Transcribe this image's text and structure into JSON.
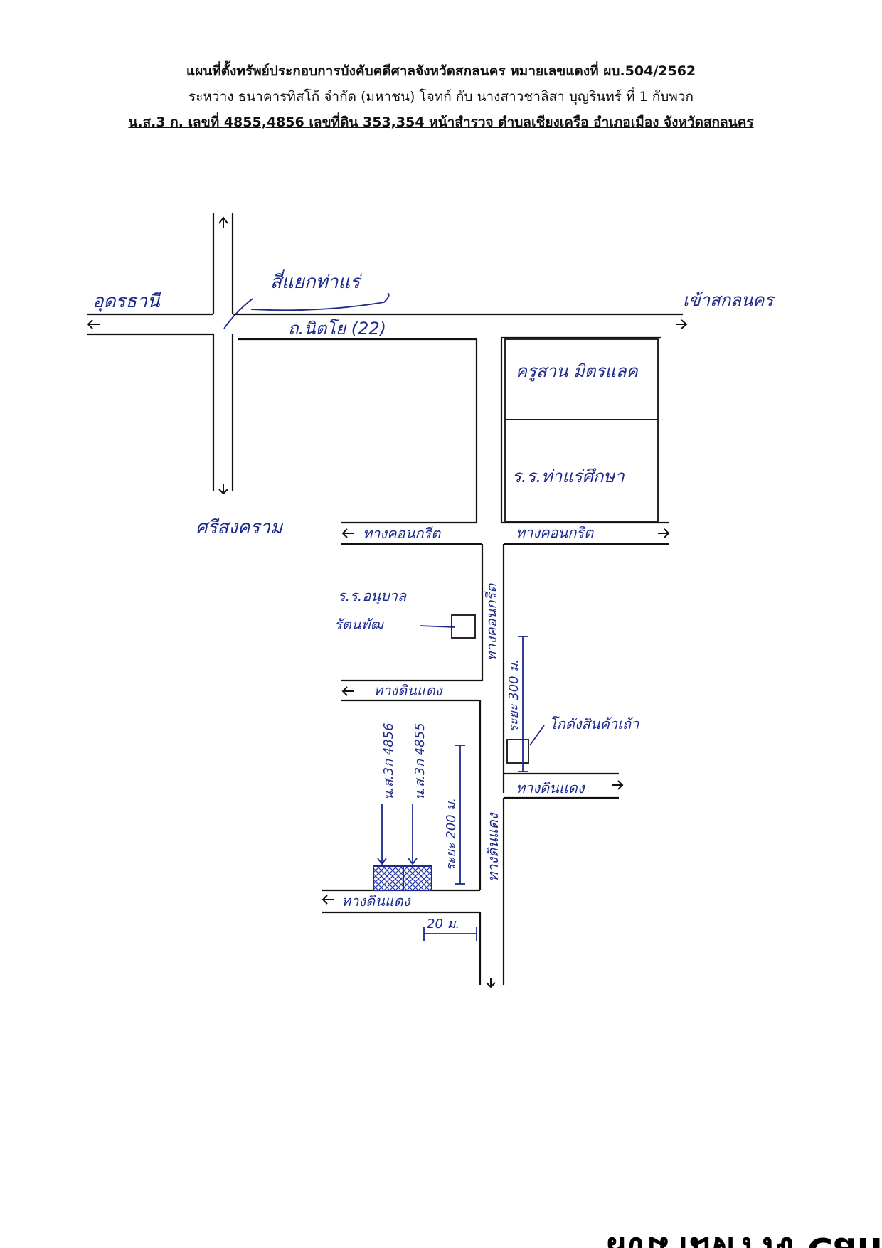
{
  "header": {
    "title": "แผนที่ตั้งทรัพย์ประกอบการบังคับคดีศาลจังหวัดสกลนคร หมายเลขแดงที่ ผบ.504/2562",
    "parties": "ระหว่าง ธนาคารทิสโก้ จำกัด (มหาชน) โจทก์ กับ นางสาวชาลิสา บุญรินทร์ ที่ 1 กับพวก",
    "parcel": "น.ส.3 ก. เลขที่ 4855,4856 เลขที่ดิน 353,354 หน้าสำรวจ ตำบลเชียงเครือ อำเภอเมือง จังหวัดสกลนคร"
  },
  "map": {
    "labels": {
      "west_destination": "อุดรธานี",
      "intersection": "สี่แยกท่าแร่",
      "east_destination": "เข้าสกลนคร",
      "main_road": "ถ.นิตโย (22)",
      "south_destination": "ศรีสงคราม",
      "building_top": "ครูสาน มิตรแลค",
      "school_top": "ร.ร.ท่าแร่ศึกษา",
      "concrete_road_west": "ทางคอนกรีต",
      "concrete_road_east": "ทางคอนกรีต",
      "concrete_road_vertical": "ทางคอนกรีต",
      "school_mid_line1": "ร.ร.อนุบาล",
      "school_mid_line2": "รัตนพัฒ",
      "dirt_road_1": "ทางดินแดง",
      "distance_300": "ระยะ 300 ม.",
      "warehouse": "โกดังสินค้าเถ้า",
      "parcel_4856": "น.ส.3ก 4856",
      "parcel_4855": "น.ส.3ก 4855",
      "distance_200": "ระยะ 200 ม.",
      "dirt_road_vertical": "ทางดินแดง",
      "dirt_road_east": "ทางดินแดง",
      "dirt_road_bottom": "ทางดินแดง",
      "width_20": "20 ม."
    }
  },
  "footer": {
    "clipped_text": "ลงนามตรวจ Cant"
  },
  "colors": {
    "ink": "#111111",
    "pen": "#1c2a8c",
    "hatch": "#2a3aa8"
  }
}
